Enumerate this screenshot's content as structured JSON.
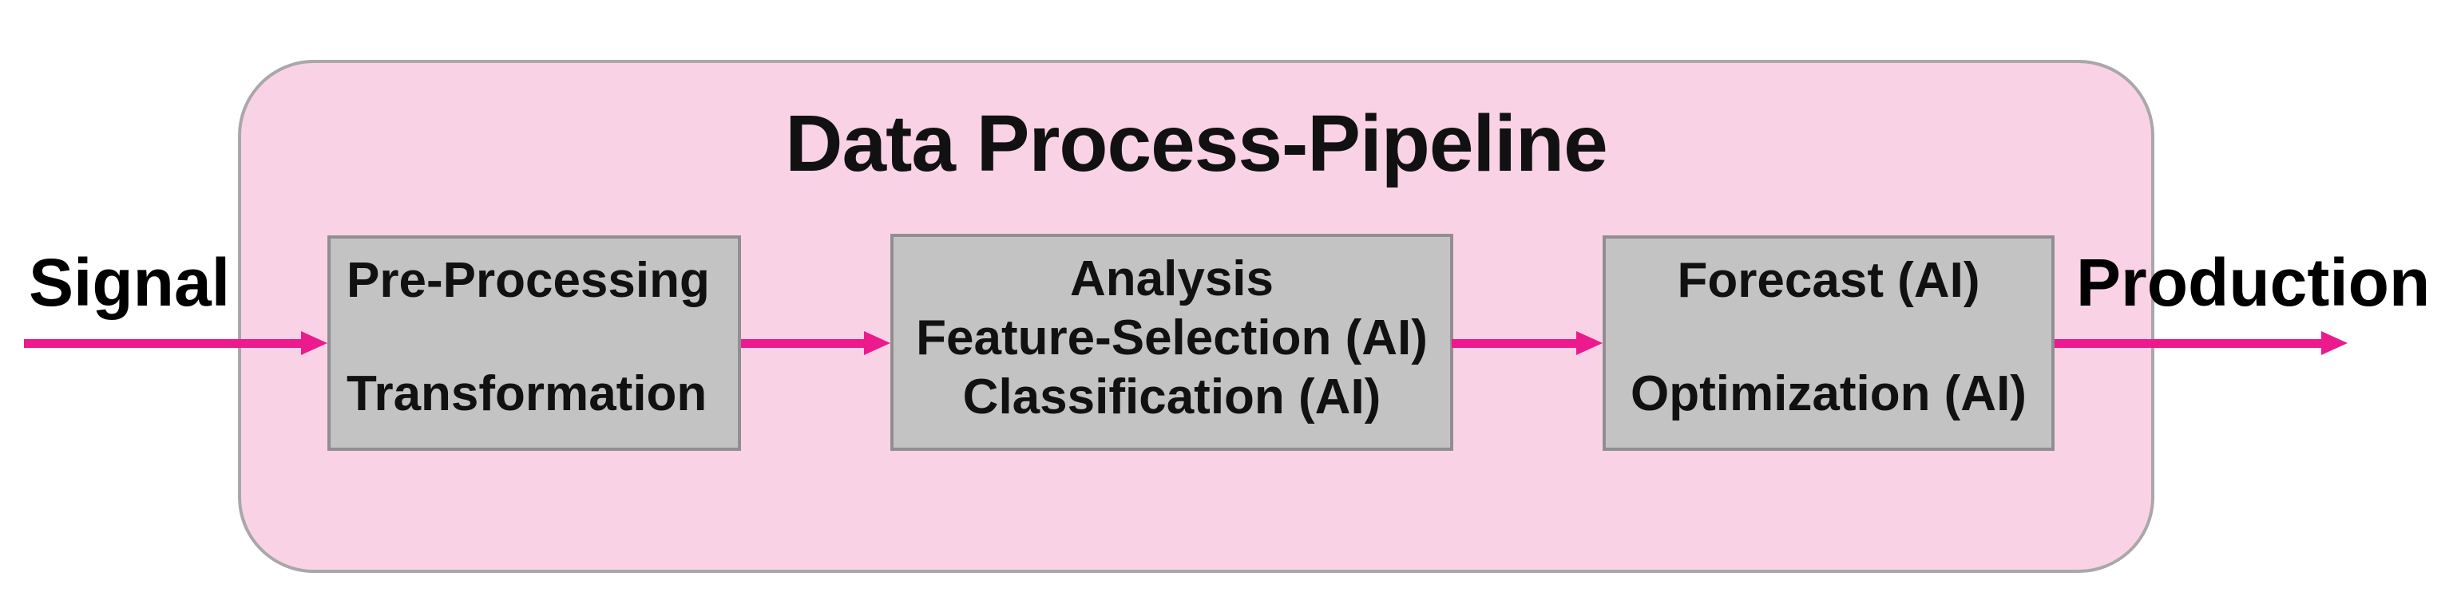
{
  "diagram": {
    "title": "Data Process-Pipeline",
    "input_label": "Signal",
    "output_label": "Production",
    "stages": [
      {
        "id": "pre-processing",
        "lines": [
          "Pre-Processing",
          "Transformation"
        ]
      },
      {
        "id": "analysis",
        "lines": [
          "Analysis",
          "Feature-Selection (AI)",
          "Classification (AI)"
        ]
      },
      {
        "id": "forecast",
        "lines": [
          "Forecast (AI)",
          "Optimization (AI)"
        ]
      }
    ],
    "colors": {
      "container-fill": "#fad2e6",
      "container-border": "#a8a8a8",
      "box-fill": "#c3c3c3",
      "box-border": "#8f8f8f",
      "arrow": "#ec1a8d",
      "text": "#111111"
    }
  }
}
